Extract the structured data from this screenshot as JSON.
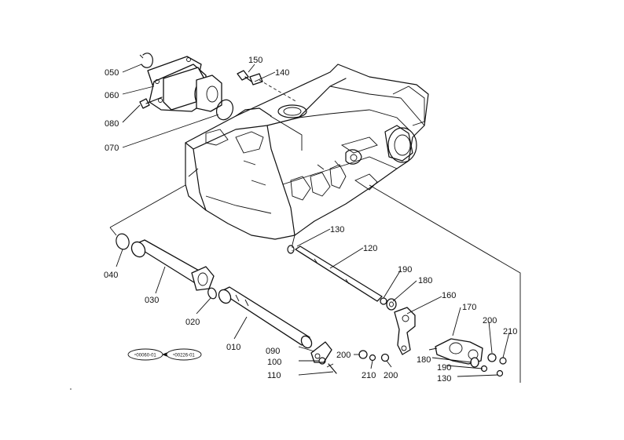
{
  "diagram": {
    "labels": {
      "p050": "050",
      "p060": "060",
      "p080": "080",
      "p070": "070",
      "p150": "150",
      "p140": "140",
      "p130a": "130",
      "p120": "120",
      "p190a": "190",
      "p180a": "180",
      "p160": "160",
      "p170": "170",
      "p200a": "200",
      "p210a": "210",
      "p040": "040",
      "p030": "030",
      "p020": "020",
      "p010": "010",
      "p090": "090",
      "p100": "100",
      "p110": "110",
      "p200b": "200",
      "p210b": "210",
      "p200c": "200",
      "p180b": "180",
      "p190b": "190",
      "p130b": "130"
    },
    "serial_codes": {
      "from": "ⁿ00060-01",
      "to": "ⁿ00226-01"
    }
  }
}
